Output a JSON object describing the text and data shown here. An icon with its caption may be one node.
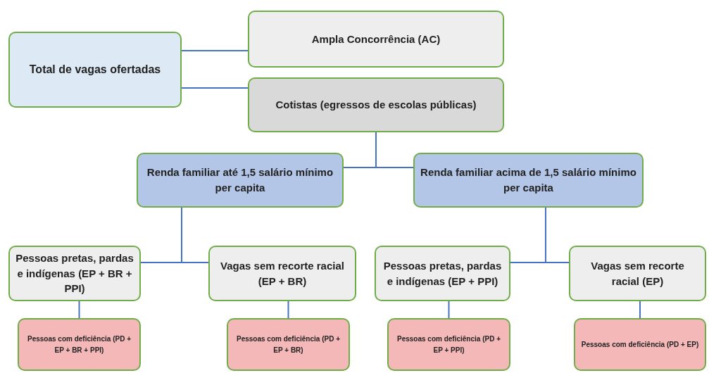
{
  "diagram": {
    "nodes": [
      {
        "text": [
          "Total de vagas ofertadas"
        ]
      },
      {
        "text": [
          "Ampla Concorrência (AC)"
        ]
      },
      {
        "text": [
          "Cotistas (egressos de escolas públicas)"
        ]
      },
      {
        "text": [
          "Renda familiar até 1,5 salário mínimo per capita"
        ]
      },
      {
        "text": [
          "Renda familiar acima de 1,5 salário mínimo per capita"
        ]
      },
      {
        "text": [
          "Pessoas pretas, pardas e indígenas (EP + BR + PPI)"
        ]
      },
      {
        "text": [
          "Vagas sem recorte racial (EP + BR)"
        ]
      },
      {
        "text": [
          "Pessoas pretas, pardas e indígenas (EP + PPI)"
        ]
      },
      {
        "text": [
          "Vagas sem recorte racial (EP)"
        ]
      },
      {
        "text": [
          "Pessoas com deficiência (PD + EP + BR + PPI)"
        ]
      },
      {
        "text": [
          "Pessoas com deficiência (PD + EP + BR)"
        ]
      },
      {
        "text": [
          "Pessoas com deficiência (PD + EP + PPI)"
        ]
      },
      {
        "text": [
          "Pessoas com deficiência (PD + EP)"
        ]
      }
    ],
    "edges": [
      {
        "from": 0,
        "to": 1,
        "arrow": "none"
      },
      {
        "from": 0,
        "to": 2,
        "arrow": "none"
      },
      {
        "from": 2,
        "to": 3,
        "arrow": "none"
      },
      {
        "from": 2,
        "to": 4,
        "arrow": "none"
      },
      {
        "from": 3,
        "to": 5,
        "arrow": "none"
      },
      {
        "from": 3,
        "to": 6,
        "arrow": "none"
      },
      {
        "from": 4,
        "to": 7,
        "arrow": "none"
      },
      {
        "from": 4,
        "to": 8,
        "arrow": "none"
      },
      {
        "from": 5,
        "to": 9,
        "arrow": "none"
      },
      {
        "from": 6,
        "to": 10,
        "arrow": "none"
      },
      {
        "from": 7,
        "to": 11,
        "arrow": "none"
      },
      {
        "from": 8,
        "to": 12,
        "arrow": "none"
      }
    ]
  }
}
